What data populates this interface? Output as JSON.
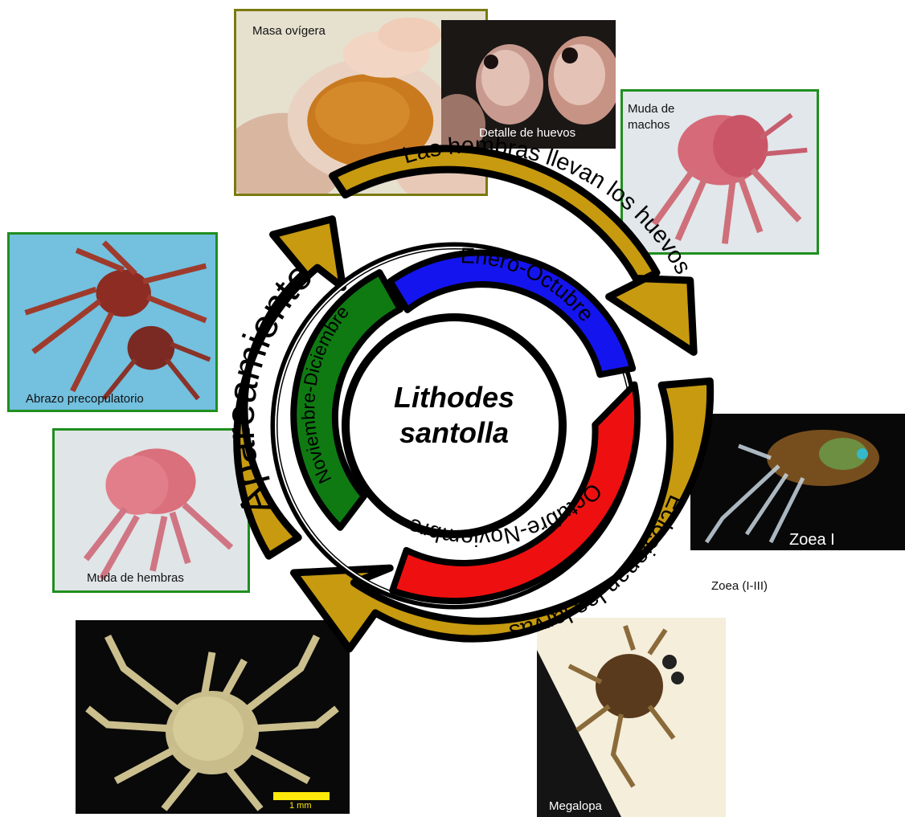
{
  "center": {
    "line1": "Lithodes",
    "line2": "santolla"
  },
  "seasons": {
    "top": "Enero-Octubre",
    "left": "Noviembre-Diciembre",
    "bottom": "Octubre-Noviembre"
  },
  "arrows": {
    "top": "Las hembras llevan los huevos",
    "left": "Apareamiento",
    "bottom": "Eclosionan las larvas"
  },
  "photos": {
    "masa": "Masa ovígera",
    "huevos": "Detalle de huevos",
    "machos": "Muda de\nmachos",
    "abrazo": "Abrazo precopulatorio",
    "hembras": "Muda de hembras",
    "zoea1": "Zoea I",
    "zoea_range": "Zoea (I-III)",
    "megalopa": "Megalopa",
    "scale": "1 mm"
  },
  "colors": {
    "arrow_fill": "#c79a10",
    "top_band": "#1414ee",
    "left_band": "#0f7a12",
    "bottom_band": "#ee1010",
    "frame_green": "#1f8f1f"
  }
}
